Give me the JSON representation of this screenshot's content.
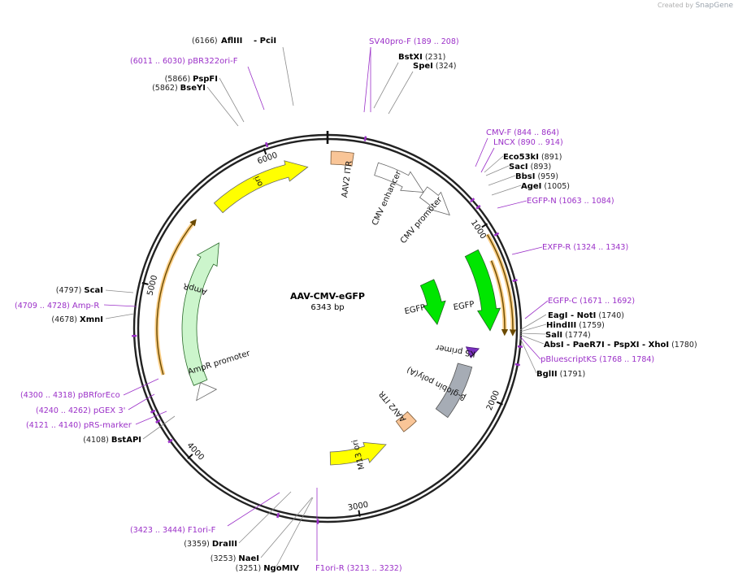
{
  "brand": {
    "created_by": "Created by",
    "name": "SnapGene"
  },
  "plasmid": {
    "name": "AAV-CMV-eGFP",
    "length_label": "6343 bp",
    "length": 6343
  },
  "ticks": [
    "1000",
    "2000",
    "3000",
    "4000",
    "5000",
    "6000"
  ],
  "features": [
    {
      "id": "aav2-itr-1",
      "label": "AAV2 ITR",
      "color": "#f9c597"
    },
    {
      "id": "cmv-enhancer",
      "label": "CMV enhancer",
      "color": "#ffffff"
    },
    {
      "id": "cmv-promoter",
      "label": "CMV promoter",
      "color": "#ffffff"
    },
    {
      "id": "egfp-inner",
      "label": "EGFP",
      "color": "#00e600"
    },
    {
      "id": "egfp-outer",
      "label": "EGFP",
      "color": "#00e600"
    },
    {
      "id": "ks-primer",
      "label": "KS primer",
      "color": "#7a2fbf"
    },
    {
      "id": "bglobin",
      "label": "β-globin poly(A)",
      "color": "#a6acb5"
    },
    {
      "id": "aav2-itr-2",
      "label": "AAV2 ITR",
      "color": "#f9c597"
    },
    {
      "id": "m13-ori",
      "label": "M13 ori",
      "color": "#ffff00"
    },
    {
      "id": "ampr",
      "label": "AmpR",
      "color": "#ccf5cc"
    },
    {
      "id": "ampr-promoter",
      "label": "AmpR promoter",
      "color": "#ffffff"
    },
    {
      "id": "ori",
      "label": "ori",
      "color": "#ffff00"
    }
  ],
  "sites": [
    {
      "name": "AflIII",
      "pos": "(6166)"
    },
    {
      "name": "PciI",
      "pos": ""
    },
    {
      "name": "PspFI",
      "pos": "(5866)"
    },
    {
      "name": "BseYI",
      "pos": "(5862)"
    },
    {
      "name": "BstXI",
      "pos": "(231)"
    },
    {
      "name": "SpeI",
      "pos": "(324)"
    },
    {
      "name": "Eco53kI",
      "pos": "(891)"
    },
    {
      "name": "SacI",
      "pos": "(893)"
    },
    {
      "name": "BbsI",
      "pos": "(959)"
    },
    {
      "name": "AgeI",
      "pos": "(1005)"
    },
    {
      "name": "EagI",
      "pos": ""
    },
    {
      "name": "NotI",
      "pos": "(1740)"
    },
    {
      "name": "HindIII",
      "pos": "(1759)"
    },
    {
      "name": "SalI",
      "pos": "(1774)"
    },
    {
      "name": "AbsI",
      "pos": ""
    },
    {
      "name": "PaeR7I",
      "pos": ""
    },
    {
      "name": "PspXI",
      "pos": ""
    },
    {
      "name": "XhoI",
      "pos": "(1780)"
    },
    {
      "name": "BglII",
      "pos": "(1791)"
    },
    {
      "name": "ScaI",
      "pos": "(4797)"
    },
    {
      "name": "XmnI",
      "pos": "(4678)"
    },
    {
      "name": "BstAPI",
      "pos": "(4108)"
    },
    {
      "name": "DraIII",
      "pos": "(3359)"
    },
    {
      "name": "NaeI",
      "pos": "(3253)"
    },
    {
      "name": "NgoMIV",
      "pos": "(3251)"
    }
  ],
  "primers": [
    {
      "name": "SV40pro-F",
      "range": "(189 .. 208)"
    },
    {
      "name": "pBR322ori-F",
      "range": "(6011 .. 6030)"
    },
    {
      "name": "CMV-F",
      "range": "(844 .. 864)"
    },
    {
      "name": "LNCX",
      "range": "(890 .. 914)"
    },
    {
      "name": "EGFP-N",
      "range": "(1063 .. 1084)"
    },
    {
      "name": "EXFP-R",
      "range": "(1324 .. 1343)"
    },
    {
      "name": "EGFP-C",
      "range": "(1671 .. 1692)"
    },
    {
      "name": "pBluescriptKS",
      "range": "(1768 .. 1784)"
    },
    {
      "name": "Amp-R",
      "range": "(4709 .. 4728)"
    },
    {
      "name": "pBRforEco",
      "range": "(4300 .. 4318)"
    },
    {
      "name": "pGEX 3'",
      "range": "(4240 .. 4262)"
    },
    {
      "name": "pRS-marker",
      "range": "(4121 .. 4140)"
    },
    {
      "name": "F1ori-F",
      "range": "(3423 .. 3444)"
    },
    {
      "name": "F1ori-R",
      "range": "(3213 .. 3232)"
    }
  ]
}
